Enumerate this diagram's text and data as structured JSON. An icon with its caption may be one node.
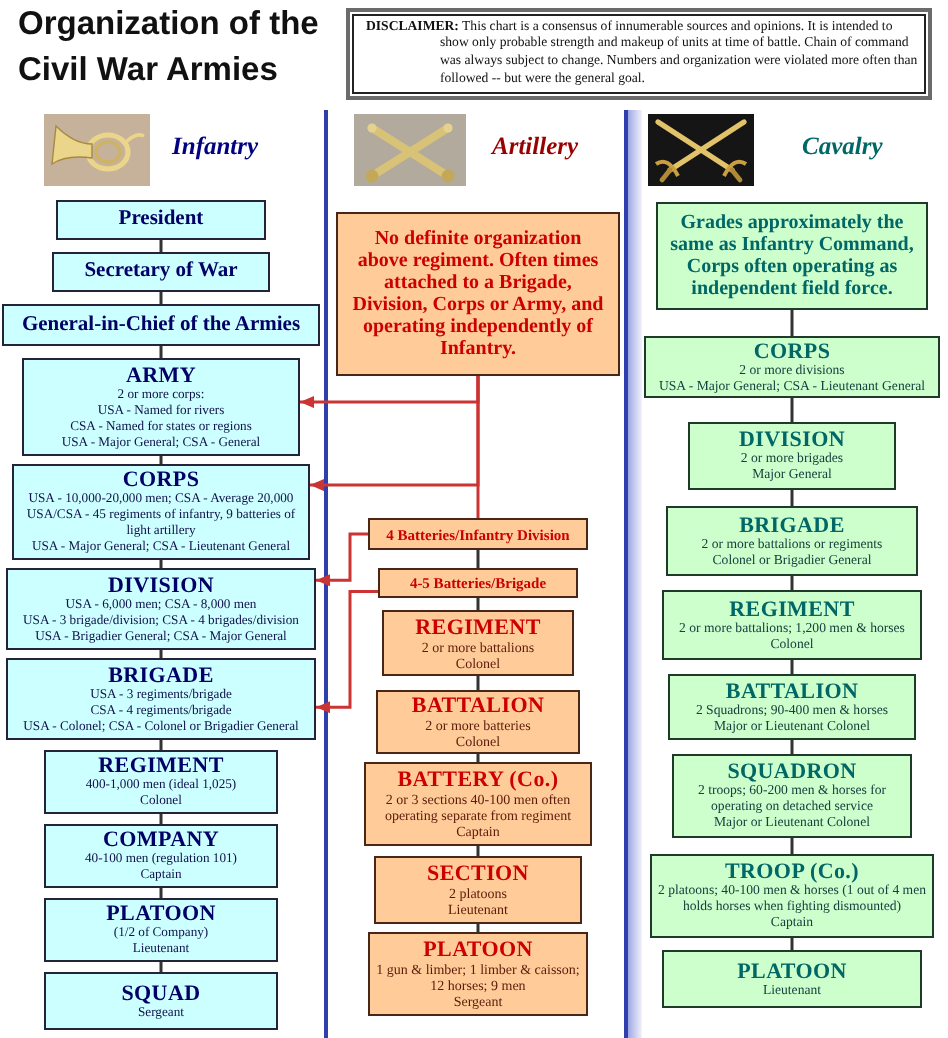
{
  "diagram": {
    "title": "Organization of the Civil War Armies",
    "nodes": [
      {
        "text": [
          "**DISCLAIMER:** This chart is a consensus of innumerable sources and opinions. It is intended to show only probable strength and makeup of units at time of battle. Chain of command was always subject to change. Numbers and organization were violated more often than followed -- but were the general goal."
        ]
      },
      {
        "text": [
          "President"
        ]
      },
      {
        "text": [
          "Secretary of War"
        ]
      },
      {
        "text": [
          "General-in-Chief of the Armies"
        ]
      },
      {
        "text": [
          "ARMY",
          "2 or more corps:",
          "USA - Named for rivers",
          "CSA - Named for states or regions",
          "USA - Major General; CSA - General"
        ]
      },
      {
        "text": [
          "CORPS",
          "USA - 10,000-20,000 men; CSA - Average 20,000",
          "USA/CSA - 45 regiments of infantry, 9 batteries of light artillery",
          "USA - Major General; CSA - Lieutenant General"
        ]
      },
      {
        "text": [
          "DIVISION",
          "USA - 6,000 men; CSA - 8,000 men",
          "USA - 3 brigade/division; CSA - 4 brigades/division",
          "USA - Brigadier General; CSA - Major General"
        ]
      },
      {
        "text": [
          "BRIGADE",
          "USA - 3 regiments/brigade",
          "CSA - 4 regiments/brigade",
          "USA - Colonel; CSA - Colonel or Brigadier General"
        ]
      },
      {
        "text": [
          "REGIMENT",
          "400-1,000 men (ideal 1,025)",
          "Colonel"
        ]
      },
      {
        "text": [
          "COMPANY",
          "40-100 men (regulation 101)",
          "Captain"
        ]
      },
      {
        "text": [
          "PLATOON",
          "(1/2 of Company)",
          "Lieutenant"
        ]
      },
      {
        "text": [
          "SQUAD",
          "Sergeant"
        ]
      },
      {
        "text": [
          "No definite organization above regiment. Often times attached to a Brigade, Division, Corps or Army, and operating independently of Infantry."
        ]
      },
      {
        "text": [
          "4 Batteries/Infantry Division"
        ]
      },
      {
        "text": [
          "4-5 Batteries/Brigade"
        ]
      },
      {
        "text": [
          "REGIMENT",
          "2 or more battalions",
          "Colonel"
        ]
      },
      {
        "text": [
          "BATTALION",
          "2 or more batteries",
          "Colonel"
        ]
      },
      {
        "text": [
          "BATTERY (Co.)",
          "2 or 3 sections 40-100 men often operating separate from regiment",
          "Captain"
        ]
      },
      {
        "text": [
          "SECTION",
          "2 platoons",
          "Lieutenant"
        ]
      },
      {
        "text": [
          "PLATOON",
          "1 gun & limber; 1 limber & caisson; 12 horses; 9 men",
          "Sergeant"
        ]
      },
      {
        "text": [
          "Grades approximately the same as Infantry Command, Corps often operating as independent field force."
        ]
      },
      {
        "text": [
          "CORPS",
          "2 or more divisions",
          "USA - Major General; CSA - Lieutenant General"
        ]
      },
      {
        "text": [
          "DIVISION",
          "2 or more brigades",
          "Major General"
        ]
      },
      {
        "text": [
          "BRIGADE",
          "2 or more battalions or regiments",
          "Colonel or Brigadier General"
        ]
      },
      {
        "text": [
          "REGIMENT",
          "2 or more battalions; 1,200 men & horses",
          "Colonel"
        ]
      },
      {
        "text": [
          "BATTALION",
          "2 Squadrons; 90-400 men & horses",
          "Major or Lieutenant Colonel"
        ]
      },
      {
        "text": [
          "SQUADRON",
          "2 troops; 60-200 men & horses for operating on detached service",
          "Major or Lieutenant Colonel"
        ]
      },
      {
        "text": [
          "TROOP (Co.)",
          "2 platoons; 40-100 men & horses (1 out of 4 men holds horses when fighting dismounted)",
          "Captain"
        ]
      },
      {
        "text": [
          "PLATOON",
          "Lieutenant"
        ]
      }
    ],
    "edges": [
      {
        "from": 1,
        "to": 2,
        "arrow": "none"
      },
      {
        "from": 2,
        "to": 3,
        "arrow": "none"
      },
      {
        "from": 3,
        "to": 4,
        "arrow": "none"
      },
      {
        "from": 4,
        "to": 5,
        "arrow": "none"
      },
      {
        "from": 5,
        "to": 6,
        "arrow": "none"
      },
      {
        "from": 6,
        "to": 7,
        "arrow": "none"
      },
      {
        "from": 7,
        "to": 8,
        "arrow": "none"
      },
      {
        "from": 8,
        "to": 9,
        "arrow": "none"
      },
      {
        "from": 9,
        "to": 10,
        "arrow": "none"
      },
      {
        "from": 10,
        "to": 11,
        "arrow": "none"
      },
      {
        "from": 12,
        "to": 4,
        "arrow": "to",
        "color": "#cc3333"
      },
      {
        "from": 12,
        "to": 5,
        "arrow": "to",
        "color": "#cc3333"
      },
      {
        "from": 12,
        "to": 13,
        "arrow": "none",
        "color": "#cc3333"
      },
      {
        "from": 13,
        "to": 6,
        "arrow": "to",
        "color": "#cc3333"
      },
      {
        "from": 13,
        "to": 14,
        "arrow": "none"
      },
      {
        "from": 14,
        "to": 7,
        "arrow": "to",
        "color": "#cc3333"
      },
      {
        "from": 14,
        "to": 15,
        "arrow": "none"
      },
      {
        "from": 15,
        "to": 16,
        "arrow": "none"
      },
      {
        "from": 16,
        "to": 17,
        "arrow": "none"
      },
      {
        "from": 17,
        "to": 18,
        "arrow": "none"
      },
      {
        "from": 18,
        "to": 19,
        "arrow": "none"
      },
      {
        "from": 20,
        "to": 21,
        "arrow": "none"
      },
      {
        "from": 21,
        "to": 22,
        "arrow": "none"
      },
      {
        "from": 22,
        "to": 23,
        "arrow": "none"
      },
      {
        "from": 23,
        "to": 24,
        "arrow": "none"
      },
      {
        "from": 24,
        "to": 25,
        "arrow": "none"
      },
      {
        "from": 25,
        "to": 26,
        "arrow": "none"
      },
      {
        "from": 26,
        "to": 27,
        "arrow": "none"
      },
      {
        "from": 27,
        "to": 28,
        "arrow": "none"
      }
    ],
    "labels": [
      "Infantry",
      "Artillery",
      "Cavalry"
    ]
  }
}
